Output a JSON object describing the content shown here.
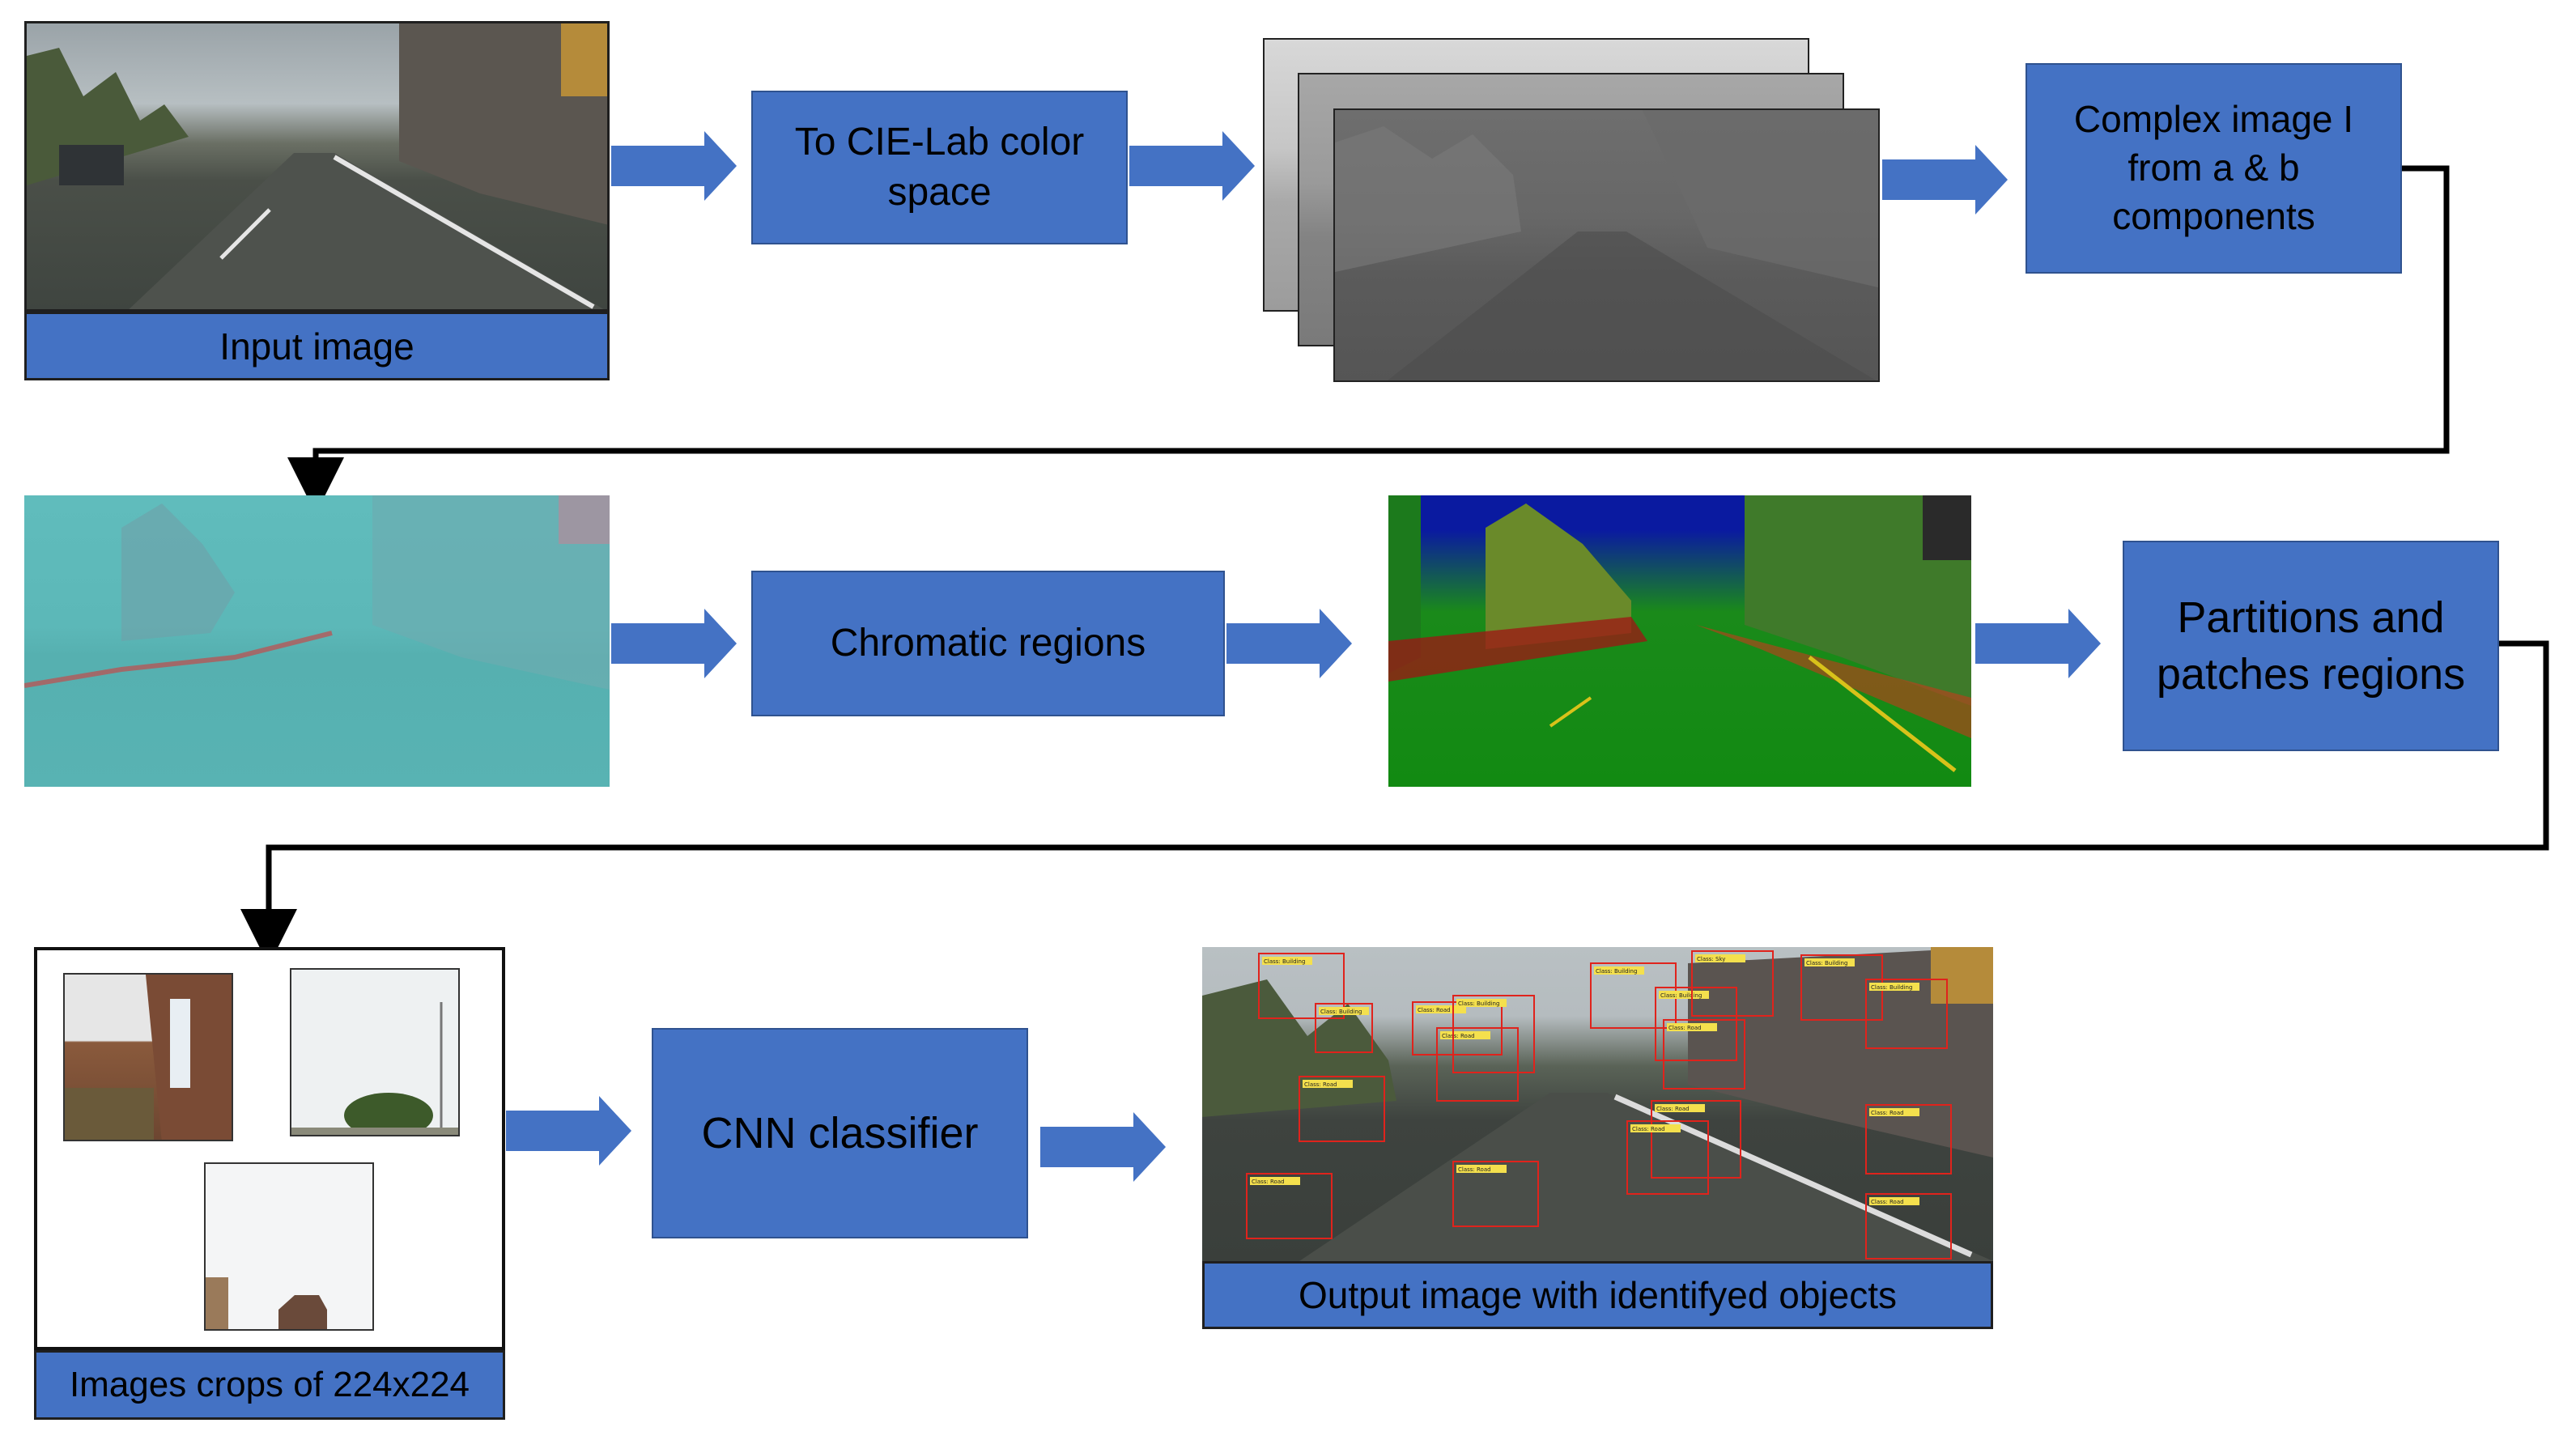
{
  "colors": {
    "process_box": "#4472c4",
    "arrow": "#4472c4",
    "connector": "#000000",
    "detection_box": "#e0231c",
    "detection_label": "#f4e04d"
  },
  "row1": {
    "input_caption": "Input image",
    "step1": "To CIE-Lab color space",
    "step2": "Complex image I from a & b components"
  },
  "row2": {
    "step1": "Chromatic regions",
    "step2": "Partitions and patches regions"
  },
  "row3": {
    "crops_caption": "Images crops of 224x224",
    "classifier": "CNN classifier",
    "output_caption": "Output image with identifyed objects"
  },
  "detections": [
    {
      "label": "Class: Building"
    },
    {
      "label": "Class: Building"
    },
    {
      "label": "Class: Road"
    },
    {
      "label": "Class: Road"
    },
    {
      "label": "Class: Road"
    },
    {
      "label": "Class: Building"
    },
    {
      "label": "Class: Road"
    },
    {
      "label": "Class: Road"
    },
    {
      "label": "Class: Building"
    },
    {
      "label": "Class: Building"
    },
    {
      "label": "Class: Road"
    },
    {
      "label": "Class: Road"
    },
    {
      "label": "Class: Road"
    },
    {
      "label": "Class: Sky"
    },
    {
      "label": "Class: Building"
    },
    {
      "label": "Class: Building"
    },
    {
      "label": "Class: Road"
    },
    {
      "label": "Class: Road"
    }
  ]
}
